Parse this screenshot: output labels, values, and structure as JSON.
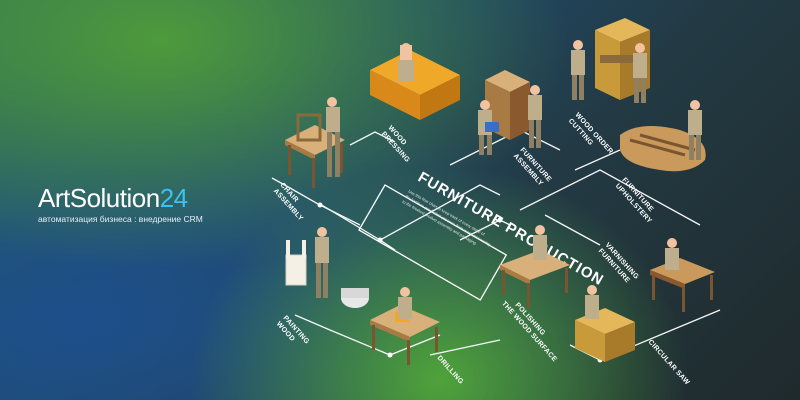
{
  "logo": {
    "text_main": "ArtSolution",
    "text_num": "24",
    "subtitle": "автоматизация бизнеса : внедрение CRM"
  },
  "diagram": {
    "title": "FURNITURE PRODUCTION",
    "description": [
      "Use this flow chart to keep track of every stage of",
      "the furniture production process, from wood processing",
      "to the finished product assembly and packaging."
    ],
    "labels": {
      "wood_pressing": [
        "WOOD",
        "PRESSING"
      ],
      "chair_assembly": [
        "CHAIR",
        "ASSEMBLY"
      ],
      "furniture_assembly": [
        "FURNITURE",
        "ASSEMBLY"
      ],
      "wood_order_cutting": [
        "WOOD ORDER",
        "CUTTING"
      ],
      "furniture_upholstery": [
        "FURNITURE",
        "UPHOLSTERY"
      ],
      "varnishing_furniture": [
        "VARNISHING",
        "FURNITURE"
      ],
      "painting_wood": [
        "PAINTING",
        "WOOD"
      ],
      "polishing_wood_surface": [
        "POLISHING",
        "THE WOOD SURFACE"
      ],
      "drilling": [
        "DRILLING"
      ],
      "circular_saw": [
        "CIRCULAR SAW"
      ]
    }
  },
  "colors": {
    "line": "#ffffff",
    "accent": "#3ec1f0",
    "wood": "#c99a5b",
    "table": "#d9b07a",
    "worker_skin": "#f2c3a0",
    "worker_cloth": "#bfae8c",
    "press_yellow": "#f0a828",
    "machine": "#e4b85a"
  }
}
